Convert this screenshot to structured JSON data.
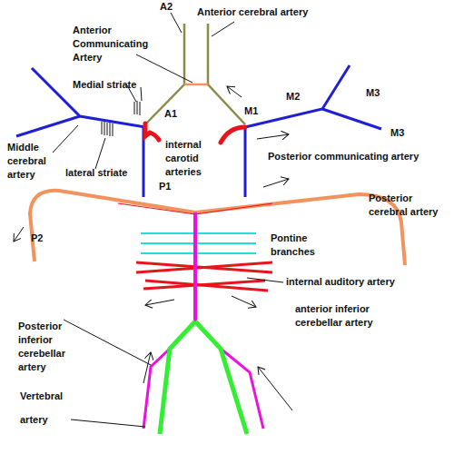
{
  "diagram": {
    "labels": [
      "A2",
      "Anterior Communicating Artery",
      "Anterior cerebral artery",
      "Medial striate",
      "A1",
      "M1",
      "M2",
      "M3",
      "M3",
      "internal carotid arteries",
      "Middle cerebral artery",
      "lateral striate",
      "Posterior communicating artery",
      "P1",
      "P2",
      "Posterior cerebral artery",
      "Pontine branches",
      "internal auditory artery",
      "anterior inferior cerebellar artery",
      "Posterior inferior cerebellar artery",
      "Vertebral artery"
    ]
  }
}
